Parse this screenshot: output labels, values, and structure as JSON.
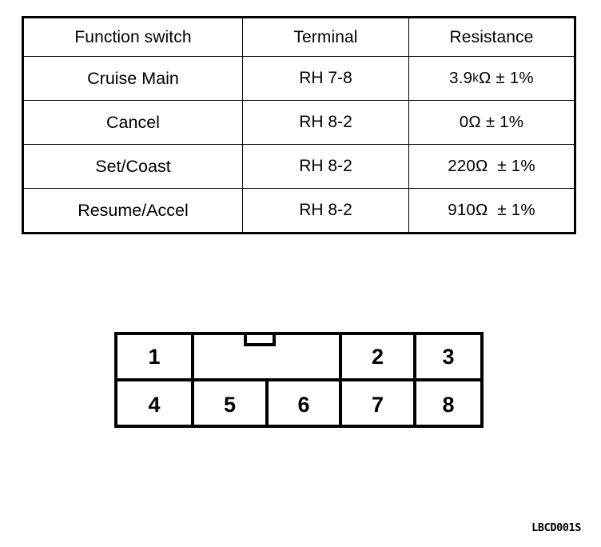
{
  "table": {
    "headers": [
      "Function switch",
      "Terminal",
      "Resistance"
    ],
    "rows": [
      {
        "function": "Cruise Main",
        "terminal": "RH 7-8",
        "resistance_value": "3.9",
        "resistance_prefix": "k",
        "resistance_unit": "Ω",
        "resistance_tolerance": "± 1%"
      },
      {
        "function": "Cancel",
        "terminal": "RH 8-2",
        "resistance_value": "0",
        "resistance_prefix": "",
        "resistance_unit": "Ω",
        "resistance_tolerance": "± 1%"
      },
      {
        "function": "Set/Coast",
        "terminal": "RH 8-2",
        "resistance_value": "220",
        "resistance_prefix": "",
        "resistance_unit": "Ω",
        "resistance_tolerance": "± 1%"
      },
      {
        "function": "Resume/Accel",
        "terminal": "RH 8-2",
        "resistance_value": "910",
        "resistance_prefix": "",
        "resistance_unit": "Ω",
        "resistance_tolerance": "± 1%"
      }
    ]
  },
  "connector": {
    "top_row": [
      {
        "label": "1",
        "blank": false
      },
      {
        "label": "",
        "blank": true
      },
      {
        "label": "2",
        "blank": false
      },
      {
        "label": "3",
        "blank": false
      }
    ],
    "bottom_row": [
      {
        "label": "4"
      },
      {
        "label": "5"
      },
      {
        "label": "6"
      },
      {
        "label": "7"
      },
      {
        "label": "8"
      }
    ]
  },
  "figure_code": "LBCD001S",
  "colors": {
    "ink": "#000000",
    "paper": "#ffffff"
  }
}
